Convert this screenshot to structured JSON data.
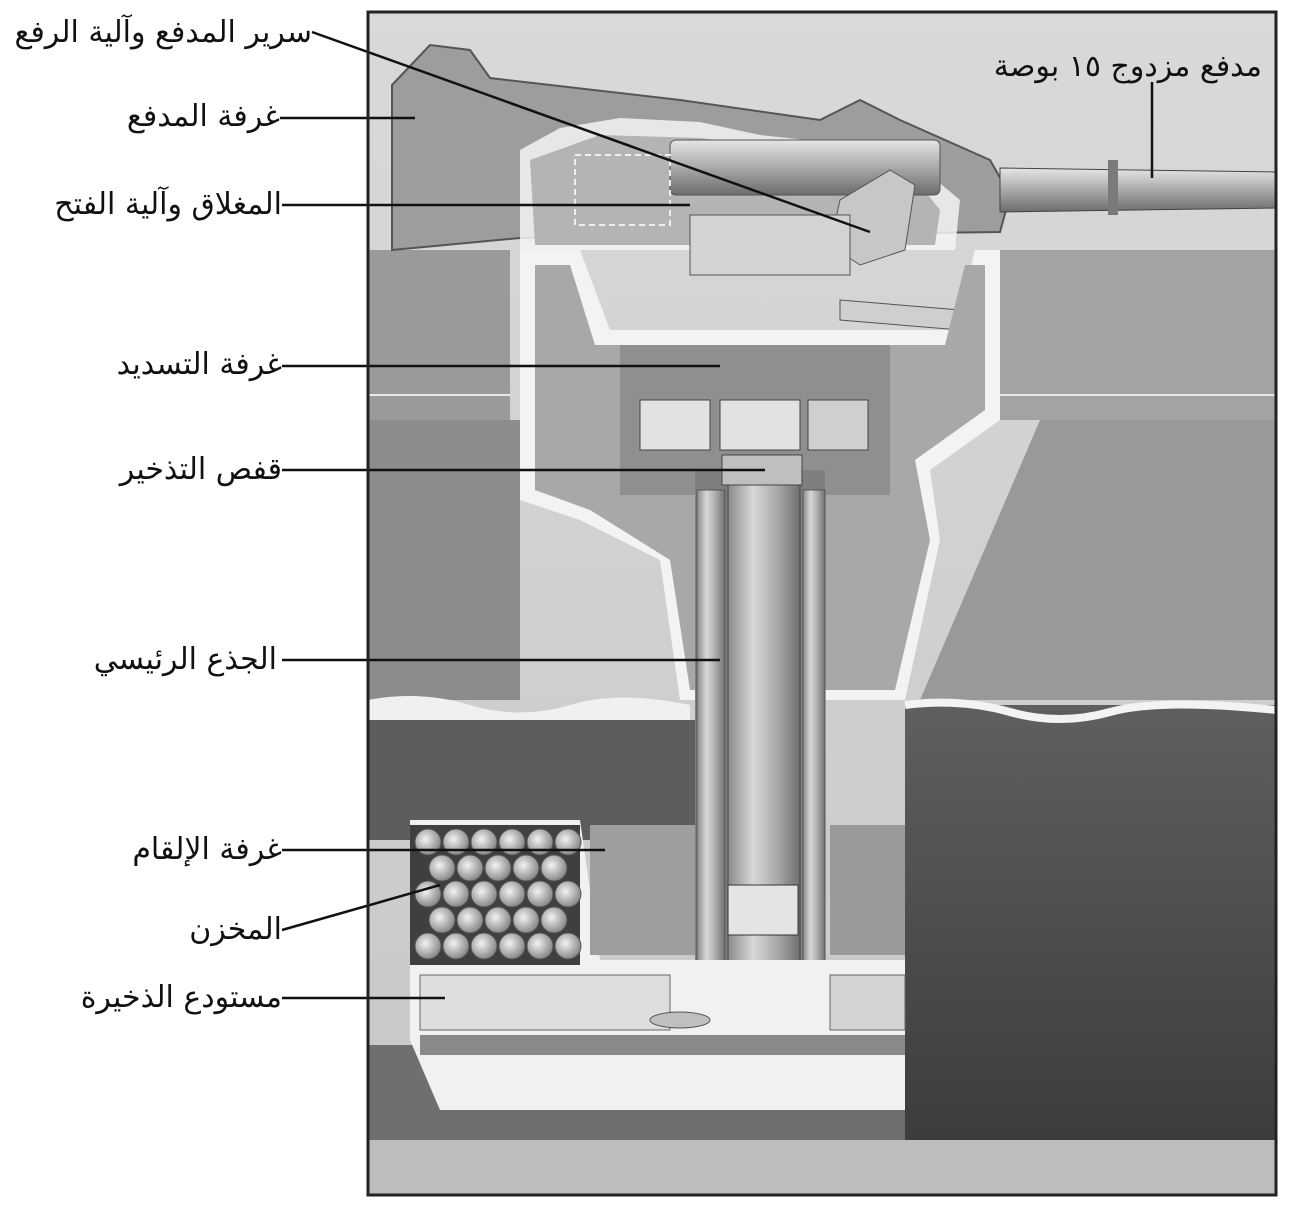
{
  "figure": {
    "labels": {
      "gun_cradle": "سرير المدفع وآلية الرفع",
      "gun_house": "غرفة المدفع",
      "breech": "المغلاق وآلية الفتح",
      "aiming_room": "غرفة التسديد",
      "loading_cage": "قفص التذخير",
      "main_trunk": "الجذع الرئيسي",
      "loading_room": "غرفة الإلقام",
      "magazine": "المخزن",
      "shell_room": "مستودع الذخيرة",
      "twin_gun": "مدفع مزدوج ١٥ بوصة"
    },
    "colors": {
      "frame": "#222222",
      "hull_light": "#b8b8b8",
      "hull_mid": "#8e8e8e",
      "hull_dark": "#5a5a5a",
      "cutaway_edge": "#f2f2f2",
      "water_dark": "#4a4a4a"
    }
  }
}
